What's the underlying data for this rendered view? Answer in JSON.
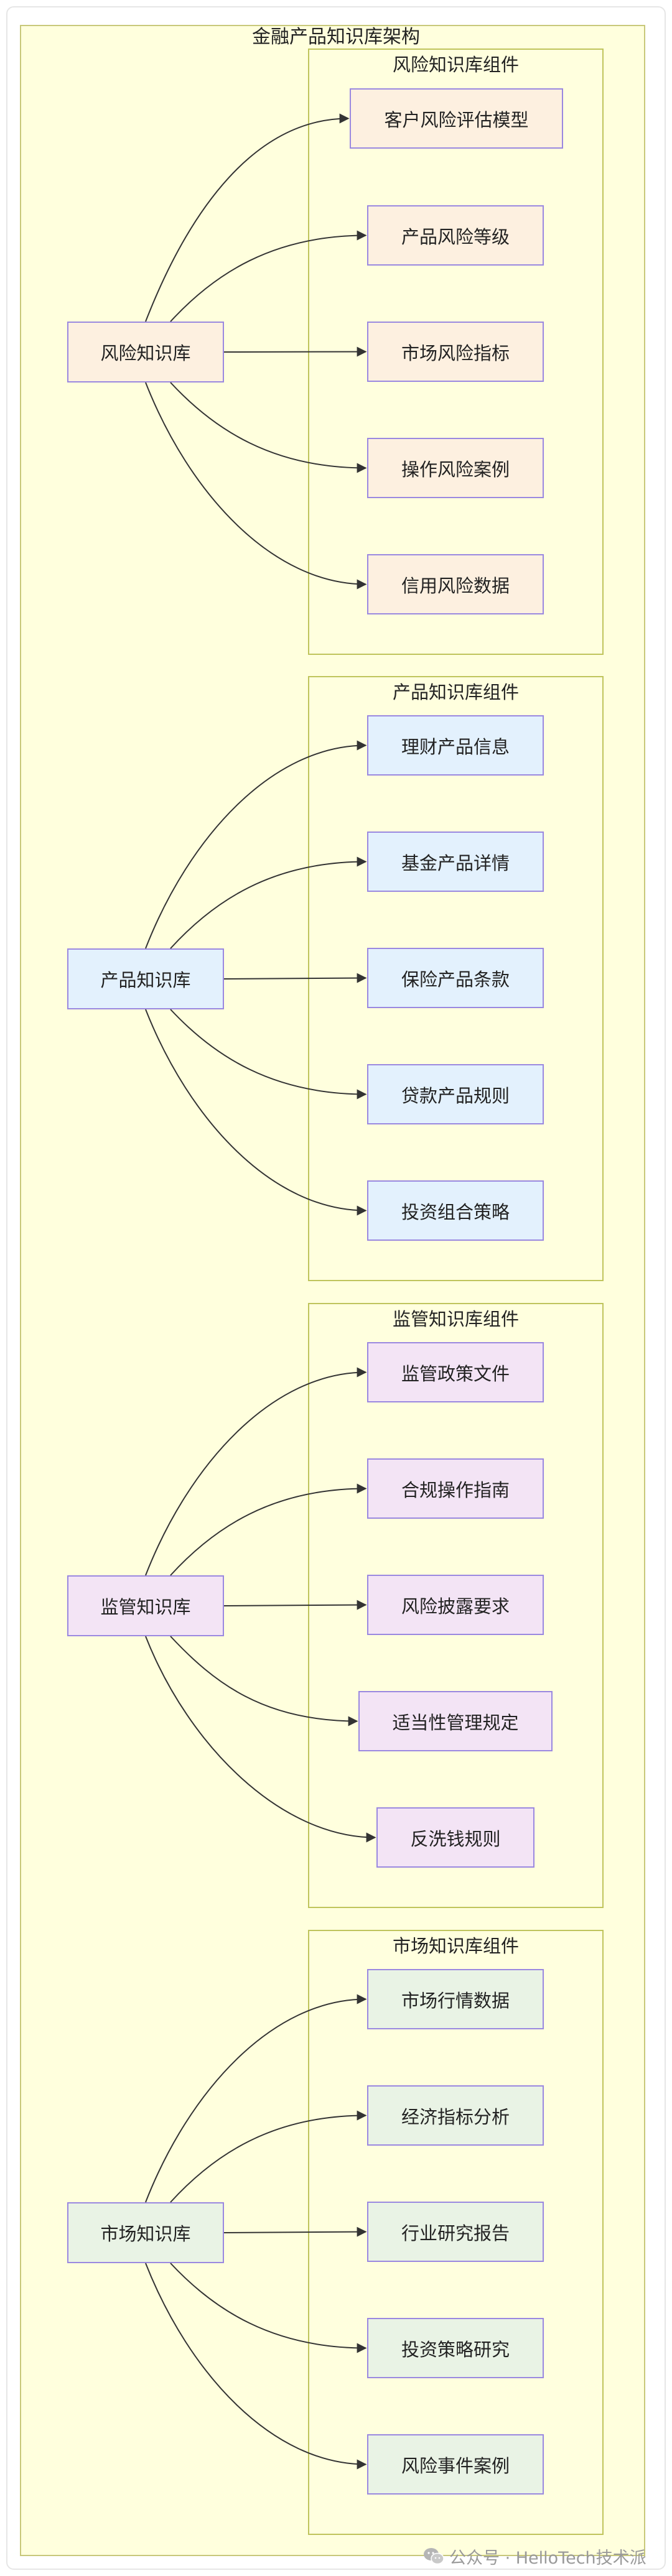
{
  "diagram": {
    "title": "金融产品知识库架构",
    "sections": [
      {
        "key": "risk",
        "hub": "风险知识库",
        "group_title": "风险知识库组件",
        "items": [
          "客户风险评估模型",
          "产品风险等级",
          "市场风险指标",
          "操作风险案例",
          "信用风险数据"
        ]
      },
      {
        "key": "product",
        "hub": "产品知识库",
        "group_title": "产品知识库组件",
        "items": [
          "理财产品信息",
          "基金产品详情",
          "保险产品条款",
          "贷款产品规则",
          "投资组合策略"
        ]
      },
      {
        "key": "regulation",
        "hub": "监管知识库",
        "group_title": "监管知识库组件",
        "items": [
          "监管政策文件",
          "合规操作指南",
          "风险披露要求",
          "适当性管理规定",
          "反洗钱规则"
        ]
      },
      {
        "key": "market",
        "hub": "市场知识库",
        "group_title": "市场知识库组件",
        "items": [
          "市场行情数据",
          "经济指标分析",
          "行业研究报告",
          "投资策略研究",
          "风险事件案例"
        ]
      }
    ]
  },
  "colors": {
    "risk_fill": "#fdf0e0",
    "product_fill": "#e3f1fd",
    "regulation_fill": "#f3e4f5",
    "market_fill": "#e9f3e5",
    "node_border": "#9a88e0",
    "group_border": "#bfc45c",
    "canvas_fill": "#ffffdd"
  },
  "watermark": {
    "icon": "wechat-icon",
    "text": "公众号 · HelloTech技术派"
  }
}
